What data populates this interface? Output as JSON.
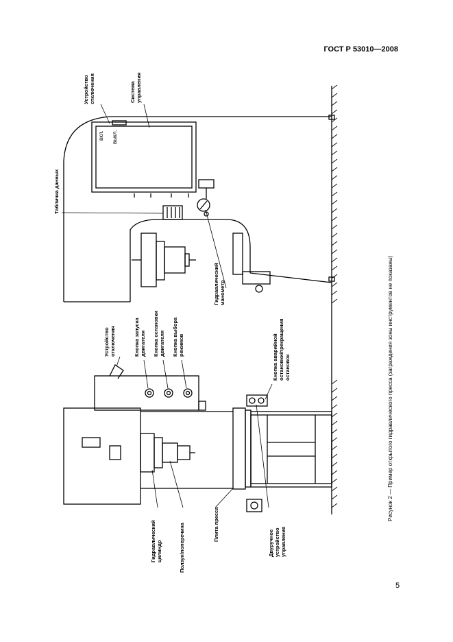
{
  "header": {
    "standard": "ГОСТ Р 53010—2008"
  },
  "page_number": "5",
  "caption": "Рисунок 2 — Пример открытого гидравлического пресса (заграждения зоны инструментов не показаны)",
  "labels": {
    "disconnect_top": [
      "Устройство",
      "отключения"
    ],
    "control_system": [
      "Система",
      "управления"
    ],
    "switch_on": "вкл.",
    "switch_off": "выкл.",
    "data_plate": "Табличка данных",
    "pressure_gauge": [
      "Гидравлический",
      "манометр"
    ],
    "disconnect_mid": [
      "Устройство",
      "отключения"
    ],
    "motor_start": [
      "Кнопка запуска",
      "двигателя"
    ],
    "motor_stop": [
      "Кнопка остановки",
      "двигателя"
    ],
    "mode_select": [
      "Кнопка выбора",
      "режимов"
    ],
    "emergency_stop": [
      "Кнопка аварийной",
      "остановки/прекращения",
      "остановок"
    ],
    "hydraulic_cylinder": [
      "Гидравлический",
      "цилиндр"
    ],
    "ram": "Ползун/поперечина",
    "press_plate": "Плита пресса",
    "two_hand_control": [
      "Двуручное",
      "устройство",
      "управления"
    ]
  }
}
